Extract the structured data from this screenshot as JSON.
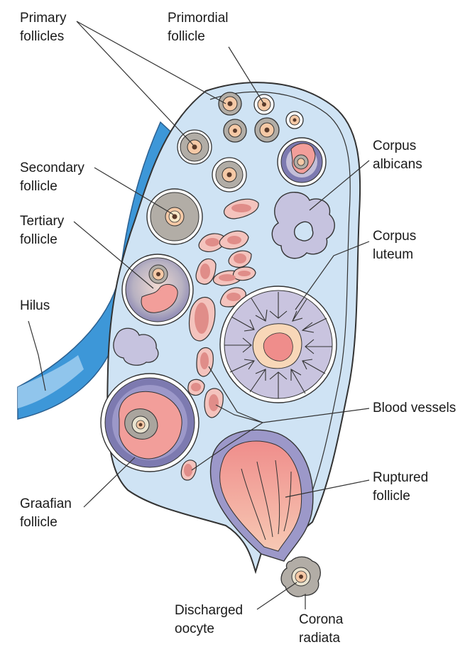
{
  "labels": {
    "primary_follicles": [
      "Primary",
      "follicles"
    ],
    "primordial_follicle": [
      "Primordial",
      "follicle"
    ],
    "corpus_albicans": [
      "Corpus",
      "albicans"
    ],
    "secondary_follicle": [
      "Secondary",
      "follicle"
    ],
    "tertiary_follicle": [
      "Tertiary",
      "follicle"
    ],
    "corpus_luteum": [
      "Corpus",
      "luteum"
    ],
    "hilus": [
      "Hilus"
    ],
    "blood_vessels": [
      "Blood vessels"
    ],
    "ruptured_follicle": [
      "Ruptured",
      "follicle"
    ],
    "graafian_follicle": [
      "Graafian",
      "follicle"
    ],
    "discharged_oocyte": [
      "Discharged",
      "oocyte"
    ],
    "corona_radiata": [
      "Corona",
      "radiata"
    ]
  },
  "colors": {
    "ovary_fill": "#cfe3f4",
    "ovary_edge": "#3d97d8",
    "stroma_pink": "#f29e9a",
    "oocyte": "#f5c9a6",
    "granulosa": "#b2ada6",
    "theca": "#9c98c9",
    "luteum": "#c9c4df",
    "outline": "#333333"
  }
}
